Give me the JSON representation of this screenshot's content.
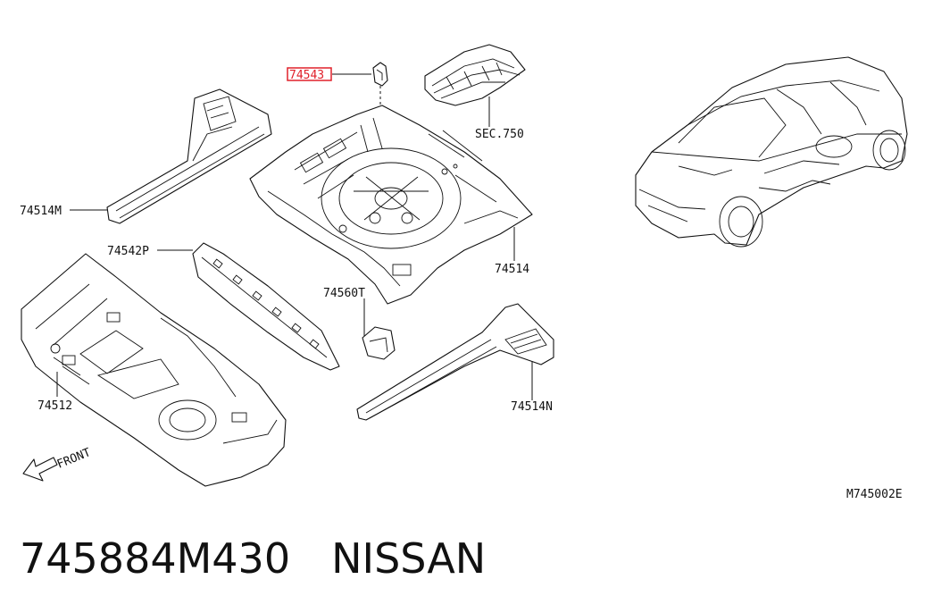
{
  "labels": {
    "p74543": "74543",
    "sec750": "SEC.750",
    "p74514m": "74514M",
    "p74514": "74514",
    "p74542p": "74542P",
    "p74560t": "74560T",
    "p74512": "74512",
    "p74514n": "74514N",
    "front": "FRONT",
    "diagram_code": "M745002E"
  },
  "highlight_color": "#e0202a",
  "footer": {
    "part_number": "745884M430",
    "brand": "NISSAN"
  }
}
